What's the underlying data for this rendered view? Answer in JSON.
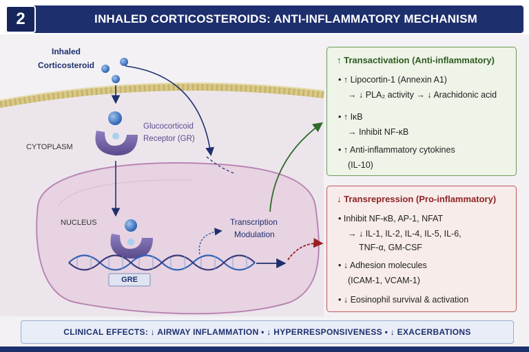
{
  "header": {
    "number": "2",
    "title": "INHALED CORTICOSTEROIDS: ANTI-INFLAMMATORY MECHANISM"
  },
  "diagram": {
    "drug_label_line1": "Inhaled",
    "drug_label_line2": "Corticosteroid",
    "receptor_label_line1": "Glucocorticoid",
    "receptor_label_line2": "Receptor (GR)",
    "cytoplasm_label": "CYTOPLASM",
    "nucleus_label": "NUCLEUS",
    "transcription_line1": "Transcription",
    "transcription_line2": "Modulation",
    "gre_label": "GRE"
  },
  "transactivation": {
    "heading": "↑ Transactivation (Anti-inflammatory)",
    "items": [
      "• ↑ Lipocortin-1 (Annexin A1)",
      "→ ↓ PLA₂ activity → ↓ Arachidonic acid",
      "• ↑ IκB",
      "→  Inhibit NF-κB",
      "• ↑ Anti-inflammatory cytokines",
      "(IL-10)"
    ]
  },
  "transrepression": {
    "heading": "↓ Transrepression (Pro-inflammatory)",
    "items": [
      "• Inhibit NF-κB, AP-1, NFAT",
      "→ ↓ IL-1, IL-2, IL-4, IL-5, IL-6,",
      "TNF-α, GM-CSF",
      "• ↓ Adhesion molecules",
      "(ICAM-1, VCAM-1)",
      "• ↓ Eosinophil survival & activation"
    ]
  },
  "clinical_effects": "CLINICAL EFFECTS:  ↓ AIRWAY INFLAMMATION   •   ↓ HYPERRESPONSIVENESS   •   ↓ EXACERBATIONS",
  "colors": {
    "navy": "#1e2f6e",
    "green": "#2f5a20",
    "red": "#8e2325",
    "receptor": "#6b5a9c",
    "molecule": "#3e74c4"
  }
}
